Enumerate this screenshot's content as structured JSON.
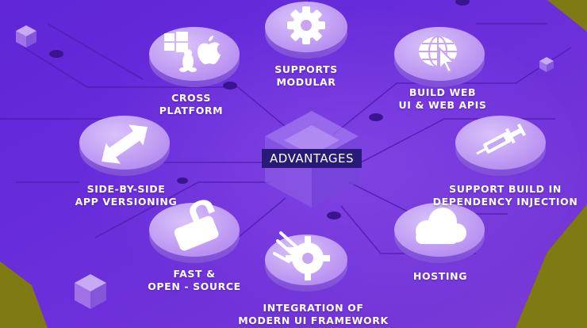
{
  "center_label": "ADVANTAGES",
  "features": [
    {
      "id": "supports-modular",
      "label": "SUPPORTS\nMODULAR",
      "icon": "gear-icon"
    },
    {
      "id": "cross-platform",
      "label": "CROSS\nPLATFORM",
      "icon": "os-logos-icon"
    },
    {
      "id": "build-web",
      "label": "BUILD WEB\nUI & WEB APIS",
      "icon": "globe-cursor-icon"
    },
    {
      "id": "side-by-side",
      "label": "SIDE-BY-SIDE\nAPP VERSIONING",
      "icon": "swap-arrows-icon"
    },
    {
      "id": "dependency-injection",
      "label": "SUPPORT BUILD IN\nDEPENDENCY INJECTION",
      "icon": "syringe-icon"
    },
    {
      "id": "open-source",
      "label": "FAST &\nOPEN - SOURCE",
      "icon": "unlock-icon"
    },
    {
      "id": "hosting",
      "label": "HOSTING",
      "icon": "cloud-icon"
    },
    {
      "id": "integration",
      "label": "INTEGRATION OF\nMODERN UI FRAMEWORK",
      "icon": "puzzle-arrows-icon"
    }
  ],
  "colors": {
    "outer_background": "#7f7a12",
    "panel_purple": "#6c2fd6",
    "disc_top": "#c6a5f3",
    "disc_side": "#8b5be0",
    "center_label_bg": "#2a1a78"
  }
}
